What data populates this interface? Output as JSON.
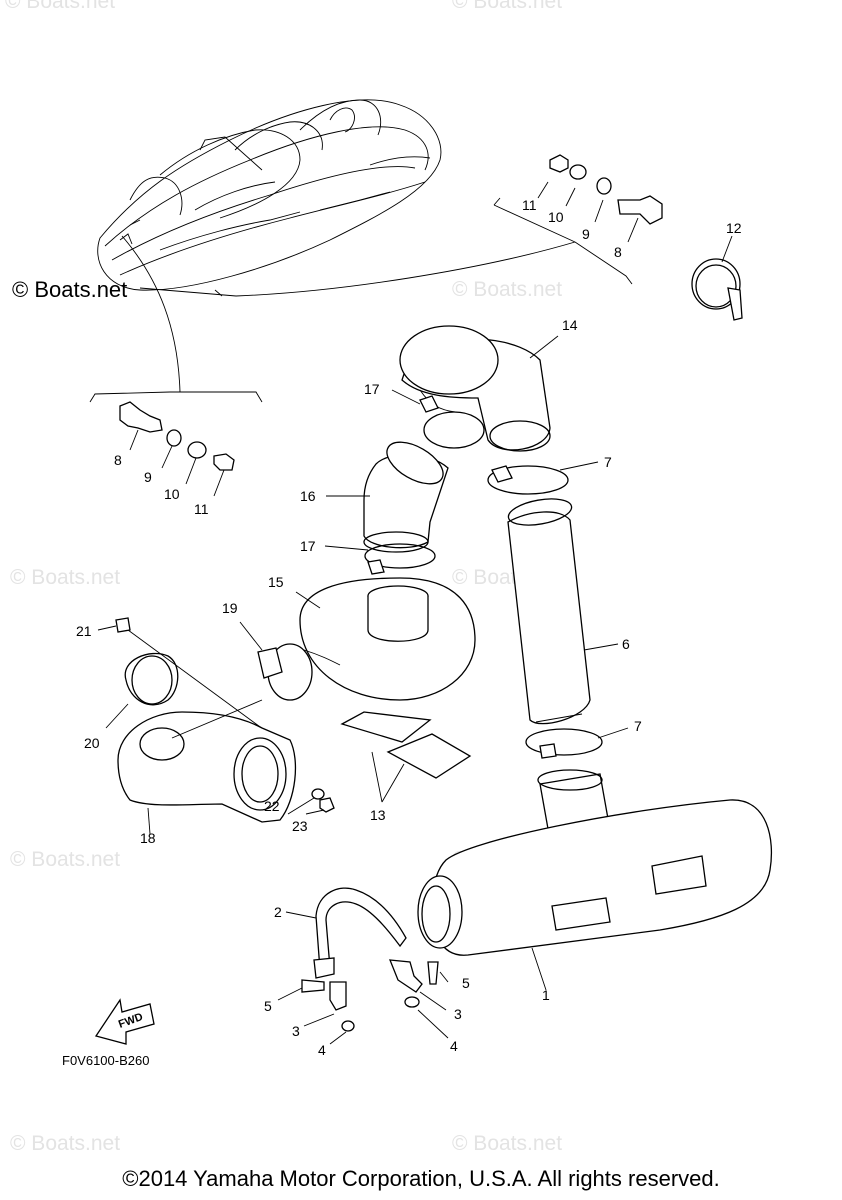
{
  "watermark_text": "© Boats.net",
  "watermark_main": "© Boats.net",
  "drawing_code": "F0V6100-B260",
  "fwd_label": "FWD",
  "copyright": "©2014 Yamaha Motor Corporation, U.S.A. All rights reserved.",
  "callouts": {
    "c1": "1",
    "c2": "2",
    "c3a": "3",
    "c3b": "3",
    "c4a": "4",
    "c4b": "4",
    "c5a": "5",
    "c5b": "5",
    "c6": "6",
    "c7a": "7",
    "c7b": "7",
    "c8a": "8",
    "c8b": "8",
    "c9a": "9",
    "c9b": "9",
    "c10a": "10",
    "c10b": "10",
    "c11a": "11",
    "c11b": "11",
    "c12": "12",
    "c13": "13",
    "c14": "14",
    "c15": "15",
    "c16": "16",
    "c17a": "17",
    "c17b": "17",
    "c18": "18",
    "c19": "19",
    "c20": "20",
    "c21": "21",
    "c22": "22",
    "c23": "23"
  }
}
